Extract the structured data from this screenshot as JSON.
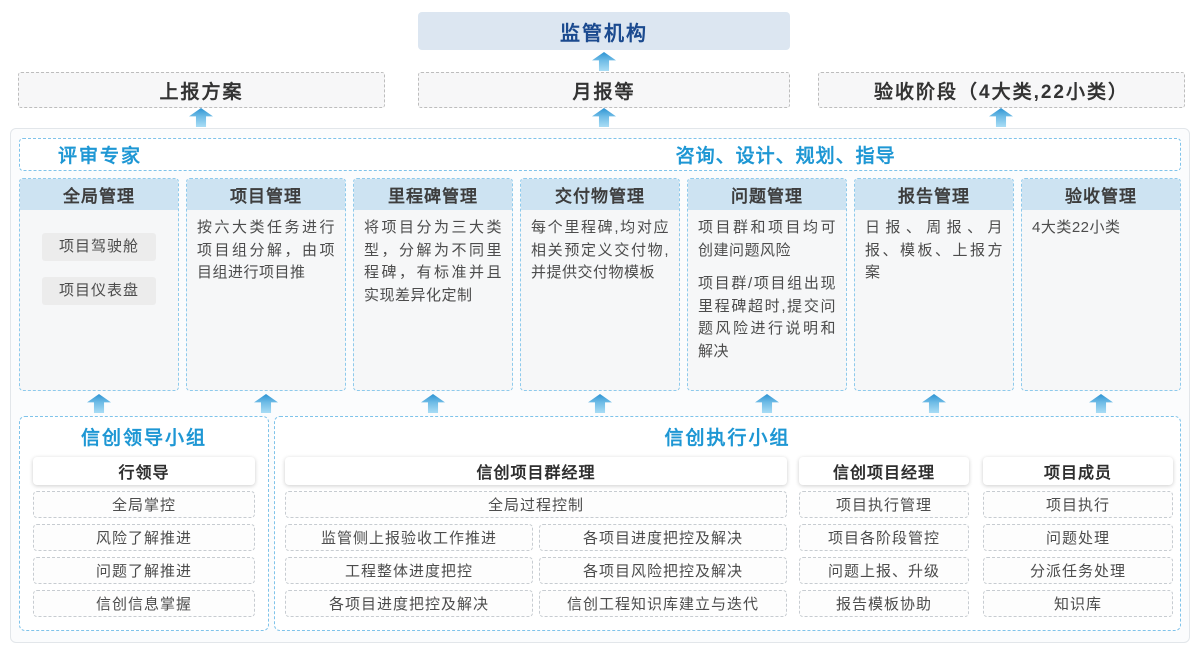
{
  "top": {
    "regulator": "监管机构",
    "outputs": [
      {
        "label": "上报方案"
      },
      {
        "label": "月报等"
      },
      {
        "label": "验收阶段（4大类,22小类）"
      }
    ]
  },
  "platform": {
    "experts_label": "评审专家",
    "consult_label": "咨询、设计、规划、指导",
    "modules": [
      {
        "title": "全局管理",
        "items": [
          "项目驾驶舱",
          "项目仪表盘"
        ]
      },
      {
        "title": "项目管理",
        "paragraphs": [
          "按六大类任务进行项目组分解，由项目组进行项目推"
        ]
      },
      {
        "title": "里程碑管理",
        "paragraphs": [
          "将项目分为三大类型，分解为不同里程碑，有标准并且实现差异化定制"
        ]
      },
      {
        "title": "交付物管理",
        "paragraphs": [
          "每个里程碑,均对应相关预定义交付物,并提供交付物模板"
        ]
      },
      {
        "title": "问题管理",
        "paragraphs": [
          "项目群和项目均可创建问题风险",
          "项目群/项目组出现里程碑超时,提交问题风险进行说明和解决"
        ]
      },
      {
        "title": "报告管理",
        "paragraphs": [
          "日报、周报、月报、模板、上报方案"
        ]
      },
      {
        "title": "验收管理",
        "paragraphs": [
          "4大类22小类"
        ]
      }
    ]
  },
  "groups": {
    "leader": {
      "title": "信创领导小组",
      "role": "行领导",
      "items": [
        "全局掌控",
        "风险了解推进",
        "问题了解推进",
        "信创信息掌握"
      ]
    },
    "executor": {
      "title": "信创执行小组",
      "program_manager": {
        "role": "信创项目群经理",
        "full_item": "全局过程控制",
        "left_items": [
          "监管侧上报验收工作推进",
          "工程整体进度把控",
          "各项目进度把控及解决"
        ],
        "right_items": [
          "各项目进度把控及解决",
          "各项目风险把控及解决",
          "信创工程知识库建立与迭代"
        ]
      },
      "project_manager": {
        "role": "信创项目经理",
        "items": [
          "项目执行管理",
          "项目各阶段管控",
          "问题上报、升级",
          "报告模板协助"
        ]
      },
      "member": {
        "role": "项目成员",
        "items": [
          "项目执行",
          "问题处理",
          "分派任务处理",
          "知识库"
        ]
      }
    }
  },
  "colors": {
    "accent_blue": "#1e97d4",
    "regulator_bg": "#dce6f1",
    "regulator_text": "#1b4a8f",
    "module_header_bg": "#cde3f2",
    "dashed_blue_border": "#7fc3ea",
    "arrow_gradient_top": "#2d93d3",
    "arrow_gradient_bottom": "#a9ddf5"
  }
}
